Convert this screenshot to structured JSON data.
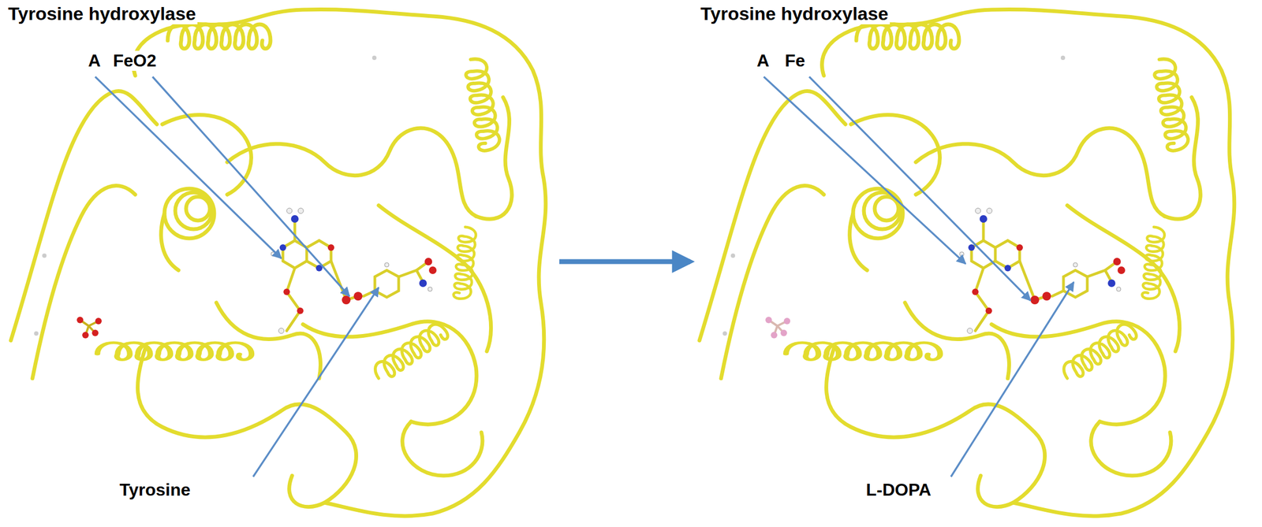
{
  "diagram": {
    "nodes": [
      {
        "text": [
          "Tyrosine hydroxylase"
        ]
      },
      {
        "text": [
          "Tyrosine hydroxylase"
        ]
      }
    ],
    "edges": [
      {
        "from": 0,
        "to": 1,
        "arrow": "to"
      }
    ],
    "labels": [
      "A",
      "FeO2",
      "Tyrosine",
      "A",
      "Fe",
      "L-DOPA"
    ]
  }
}
